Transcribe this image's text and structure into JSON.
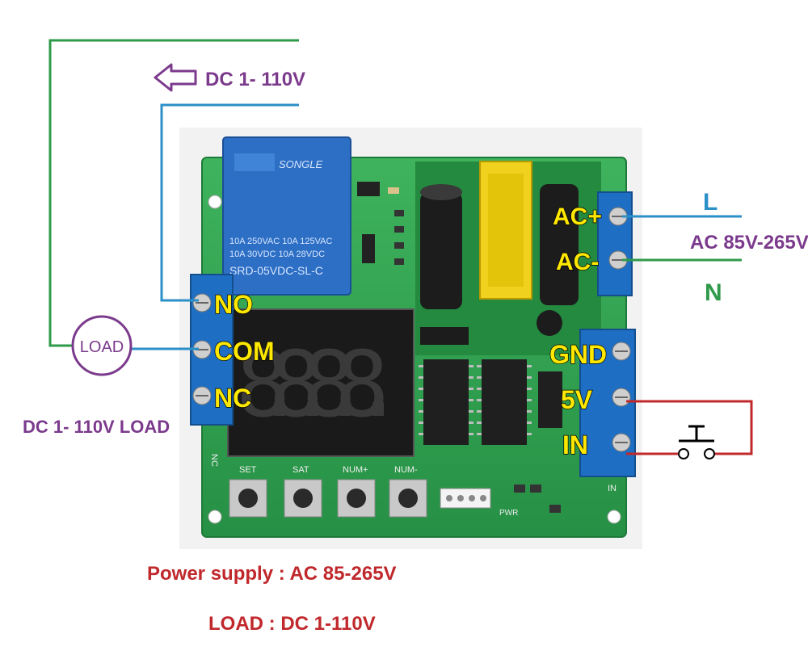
{
  "input_arrow_label": "DC 1- 110V",
  "load_label": "LOAD",
  "load_caption": "DC 1- 110V LOAD",
  "line_l": "L",
  "line_n": "N",
  "ac_range": "AC 85V-265V",
  "relay_terminals": [
    "NO",
    "COM",
    "NC"
  ],
  "power_terminals": [
    "AC+",
    "AC-"
  ],
  "signal_terminals": [
    "GND",
    "5V",
    "IN"
  ],
  "relay": {
    "brand": "SONGLE",
    "rating_1": "10A 250VAC  10A 125VAC",
    "rating_2": "10A  30VDC  10A  28VDC",
    "model": "SRD-05VDC-SL-C"
  },
  "buttons": [
    "SET",
    "SAT",
    "NUM+",
    "NUM-"
  ],
  "silk_nc": "NC",
  "silk_in": "IN",
  "silk_pwr": "PWR",
  "display_digits": "8.8.8.8.",
  "specs": {
    "power_supply": "Power supply :  AC 85-265V",
    "load": "LOAD  : DC 1-110V"
  },
  "colors": {
    "green_wire": "#2e9a4a",
    "blue_wire": "#2b8fc8",
    "red_wire": "#c0282c",
    "purple": "#7b3a8c",
    "pcb": "#2fa150",
    "spec_red": "#c0282c"
  }
}
